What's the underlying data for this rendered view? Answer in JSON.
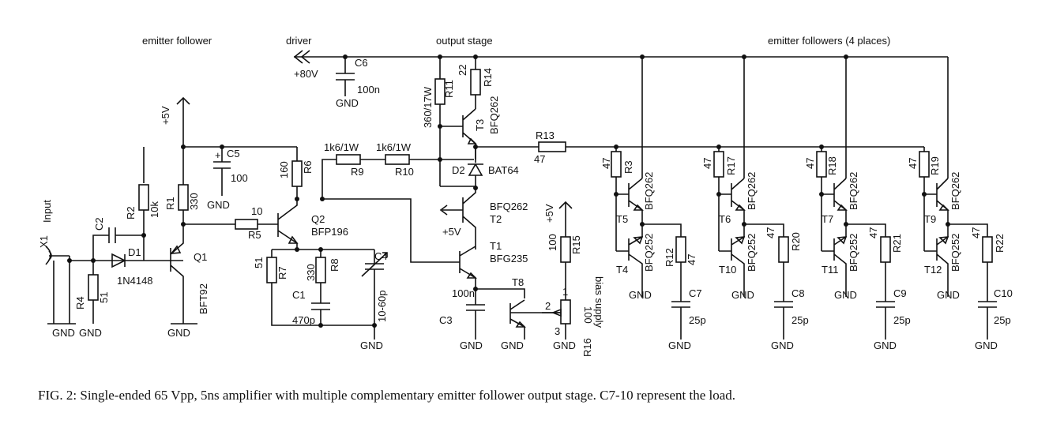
{
  "sections": {
    "emitter_follower": "emitter follower",
    "driver": "driver",
    "output_stage": "output stage",
    "emitter_followers_4": "emitter followers (4 places)"
  },
  "supply": {
    "v80": "+80V",
    "v5": "+5V",
    "gnd": "GND"
  },
  "input": {
    "label": "Input",
    "connector": "X1"
  },
  "caption": "FIG. 2:  Single-ended 65 Vpp, 5ns amplifier with multiple complementary emitter follower output stage.  C7-10 represent the load.",
  "resistors": {
    "R1": "R1",
    "R1v": "330",
    "R2": "R2",
    "R2v": "10k",
    "R3": "R3",
    "R3v": "47",
    "R4": "R4",
    "R4v": "51",
    "R5": "R5",
    "R5v": "10",
    "R6": "R6",
    "R6v": "160",
    "R7": "R7",
    "R7v": "51",
    "R8": "R8",
    "R8v": "330",
    "R9": "R9",
    "R9v": "1k6/1W",
    "R10": "R10",
    "R10v": "1k6/1W",
    "R11": "R11",
    "R11v": "360/17W",
    "R12": "R12",
    "R12v": "47",
    "R13": "R13",
    "R13v": "47",
    "R14": "R14",
    "R14v": "22",
    "R15": "R15",
    "R15v": "100",
    "R16": "R16",
    "R16v": "100",
    "R16note": "bias supply",
    "R17": "R17",
    "R17v": "47",
    "R18": "R18",
    "R18v": "47",
    "R19": "R19",
    "R19v": "47",
    "R20": "R20",
    "R20v": "47",
    "R21": "R21",
    "R21v": "47",
    "R22": "R22",
    "R22v": "47",
    "pin1": "1",
    "pin2": "2",
    "pin3": "3"
  },
  "capacitors": {
    "C1": "C1",
    "C1v": "470p",
    "C2": "C2",
    "C3": "C3",
    "C3v": "100n",
    "C4": "C4",
    "C4v": "10-60p",
    "C5": "C5",
    "C5v": "100",
    "C5plus": "+",
    "C6": "C6",
    "C6v": "100n",
    "C7": "C7",
    "C7v": "25p",
    "C8": "C8",
    "C8v": "25p",
    "C9": "C9",
    "C9v": "25p",
    "C10": "C10",
    "C10v": "25p"
  },
  "diodes": {
    "D1": "D1",
    "D1v": "1N4148",
    "D2": "D2",
    "D2v": "BAT64"
  },
  "transistors": {
    "Q1": "Q1",
    "Q1v": "BFT92",
    "Q2": "Q2",
    "Q2v": "BFP196",
    "T1": "T1",
    "T1v": "BFG235",
    "T2": "T2",
    "T2v": "BFQ262",
    "T3": "T3",
    "T3v": "BFQ262",
    "T4": "T4",
    "T5": "T5",
    "T6": "T6",
    "T7": "T7",
    "T8": "T8",
    "T9": "T9",
    "T10": "T10",
    "T11": "T11",
    "T12": "T12",
    "npn": "BFQ262",
    "pnp": "BFQ252"
  }
}
